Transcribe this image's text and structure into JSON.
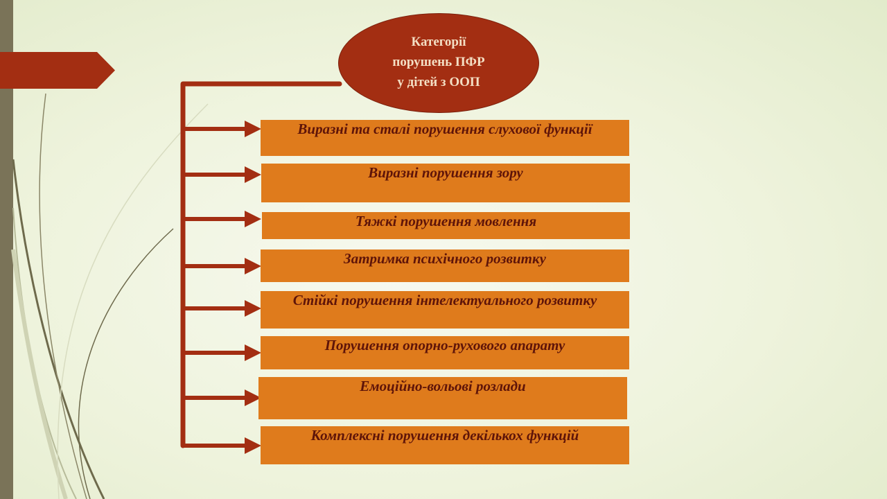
{
  "slide": {
    "title": "Категорії\nпорушень ПФР\nу дітей з ООП",
    "categories": [
      "Виразні та сталі порушення слухової функції",
      "Виразні порушення зору",
      "Тяжкі порушення мовлення",
      "Затримка  психічного розвитку",
      "Стійкі порушення інтелектуального  розвитку",
      "Порушення опорно-рухового апарату",
      "Емоційно-вольові розлади",
      "Комплексні порушення декількох функцій"
    ]
  },
  "colors": {
    "ellipse": "#a32e12",
    "title_text": "#f4dfc4",
    "box_fill": "#df7b1c",
    "box_text": "#5e1409",
    "connector": "#a32e12",
    "side_bar": "#7a7358"
  }
}
